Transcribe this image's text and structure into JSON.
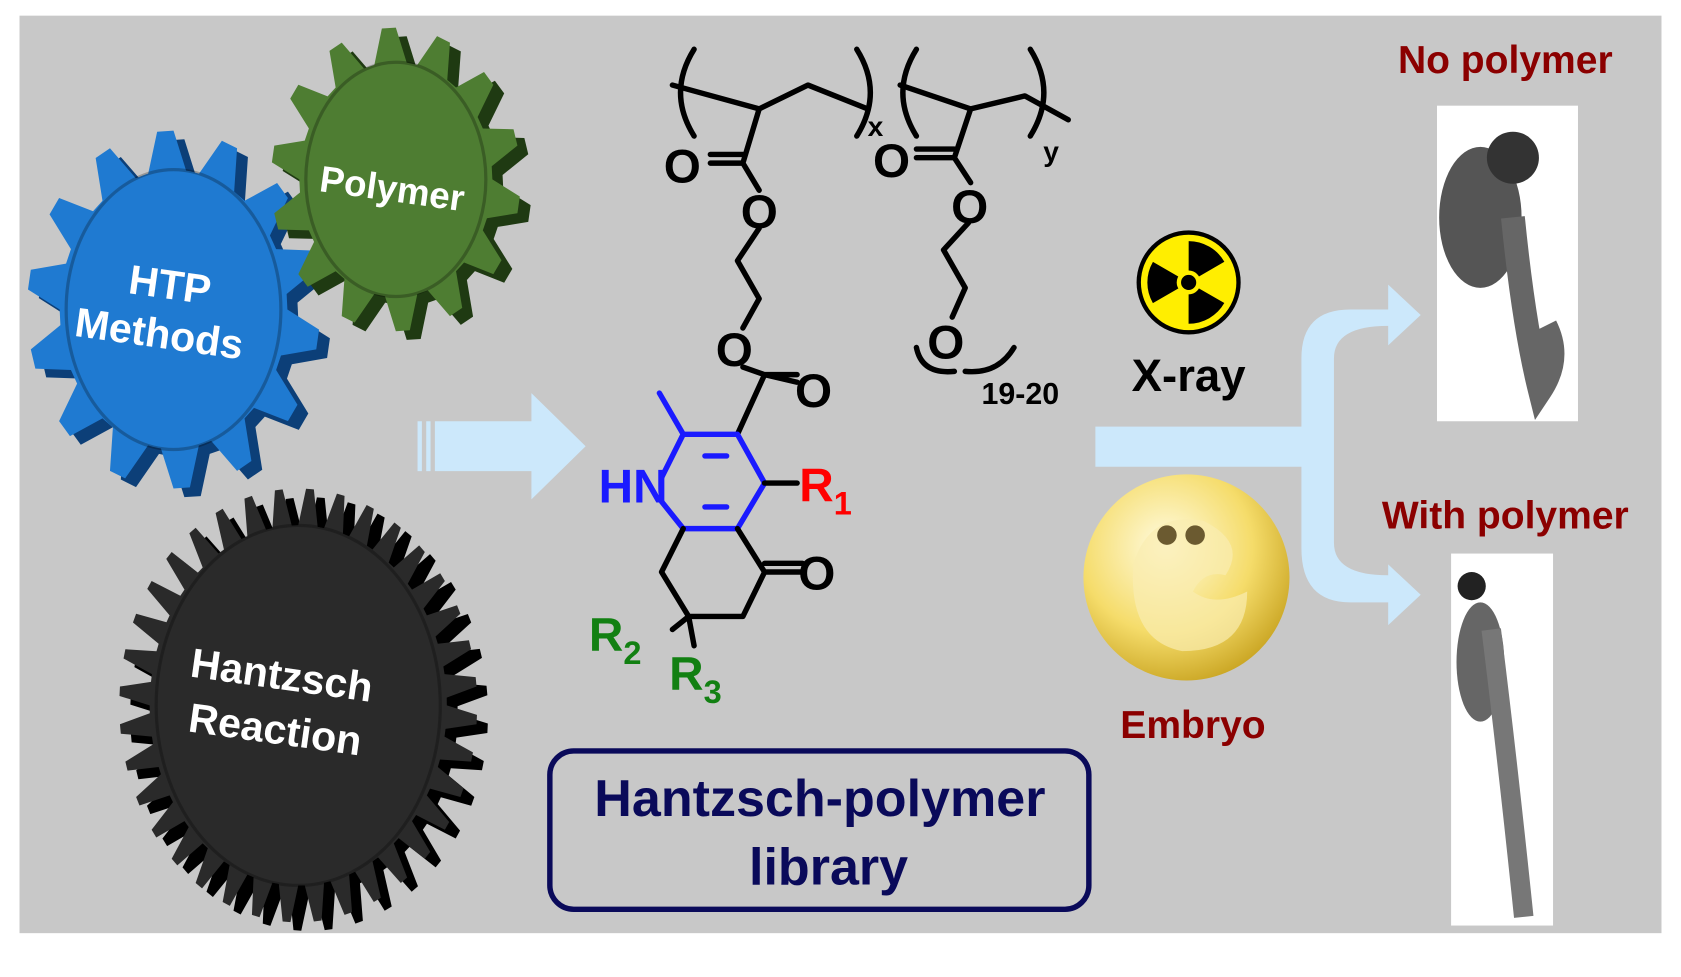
{
  "gears": {
    "htp": "HTP",
    "methods": "Methods",
    "polymer": "Polymer",
    "hantzsch": "Hantzsch",
    "reaction": "Reaction"
  },
  "structure": {
    "x": "x",
    "y": "y",
    "o": "O",
    "repeat": "19-20",
    "hn": "HN",
    "r1": "R",
    "r1_sub": "1",
    "r2": "R",
    "r2_sub": "2",
    "r3": "R",
    "r3_sub": "3"
  },
  "library_label": [
    "Hantzsch-polymer",
    "library"
  ],
  "xray_label": "X-ray",
  "embryo_label": "Embryo",
  "no_polymer_label": "No polymer",
  "with_polymer_label": "With polymer",
  "colors": {
    "background": "#c8c8c8",
    "arrow": "#cce8fb",
    "dark_red": "#8b0000",
    "navy": "#0a0a5a",
    "blue_gear": "#1f7ad1",
    "green_gear": "#4e7d32",
    "black_gear": "#2a2a2a"
  }
}
